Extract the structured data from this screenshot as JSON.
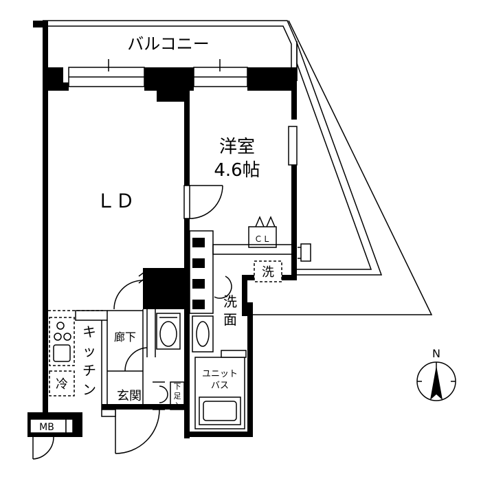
{
  "rooms": {
    "balcony": "バルコニー",
    "western_room": "洋室",
    "western_room_size": "4.6帖",
    "living_dining": "ＬＤ",
    "closet": "ＣＬ",
    "washer": "洗",
    "washroom_line1": "洗",
    "washroom_line2": "面",
    "kitchen_chars": [
      "キ",
      "ッ",
      "チ",
      "ン"
    ],
    "hallway": "廊下",
    "refrigerator": "冷",
    "entrance": "玄関",
    "shoe_box_chars": [
      "下",
      "足",
      "入"
    ],
    "unit_bath_line1": "ユニット",
    "unit_bath_line2": "バス",
    "meter_box": "MB"
  },
  "compass": {
    "north": "N"
  }
}
